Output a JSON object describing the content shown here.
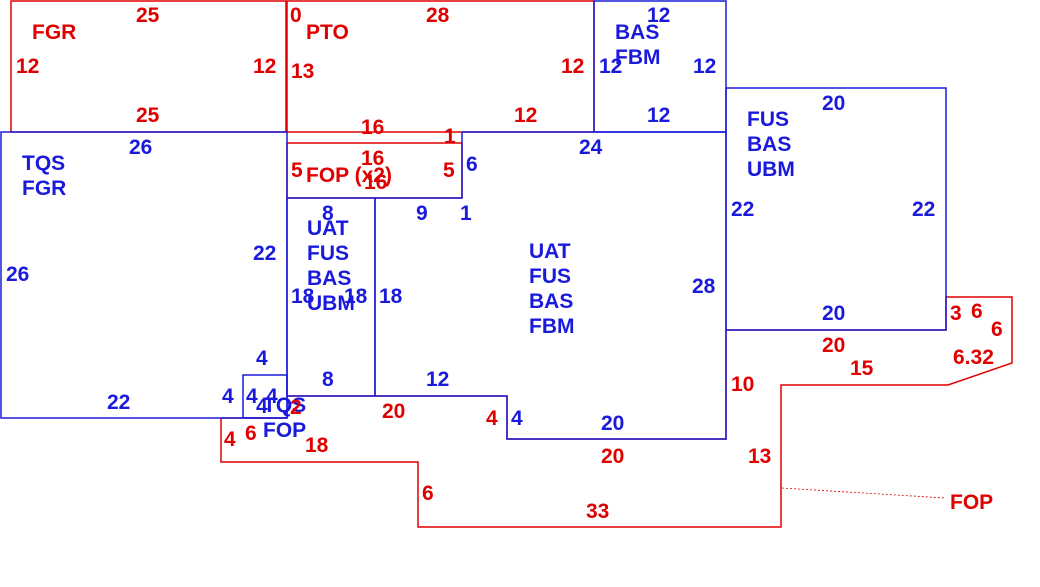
{
  "colors": {
    "red": "#e00000",
    "blue": "#1a1adc"
  },
  "labels": {
    "fgr": "FGR",
    "pto": "PTO",
    "bas_fbm_top": [
      "BAS",
      "FBM"
    ],
    "tqs_fgr": [
      "TQS",
      "FGR"
    ],
    "fop_x2": "FOP (x2)",
    "uat_fus_bas_ubm": [
      "UAT",
      "FUS",
      "BAS",
      "UBM"
    ],
    "uat_fus_bas_fbm": [
      "UAT",
      "FUS",
      "BAS",
      "FBM"
    ],
    "fus_bas_ubm": [
      "FUS",
      "BAS",
      "UBM"
    ],
    "tqs_fop": [
      "TQS",
      "FOP"
    ],
    "fop_outside": "FOP"
  },
  "dims": {
    "fgr_top": "25",
    "fgr_left": "12",
    "fgr_right": "12",
    "fgr_bottom": "25",
    "pto_zero": "0",
    "pto_top": "28",
    "pto_left": "13",
    "pto_right": "12",
    "pto_bottom_right": "12",
    "bas_top": "12",
    "bas_left": "12",
    "bas_right": "12",
    "bas_bottom": "12",
    "fop_top": "16",
    "fop_top_right": "1",
    "fop_mid": "16",
    "fop_bottom": "16",
    "fop_left": "5",
    "fop_right": "5",
    "tqs_top": "26",
    "tqs_left": "26",
    "tqs_right": "22",
    "tqs_bottom": "22",
    "uat_ubm_top": "8",
    "uat_ubm_left": "18",
    "uat_ubm_right": "18",
    "uat_ubm_bottom": "8",
    "uat_fbm_top": "24",
    "uat_fbm_step_left": "6",
    "uat_fbm_step_a": "9",
    "uat_fbm_step_b": "1",
    "uat_fbm_left": "18",
    "uat_fbm_right": "28",
    "uat_fbm_bottom_left": "12",
    "uat_fbm_bottom_right": "20",
    "uat_fbm_bottom_step": "4",
    "fus_top": "20",
    "fus_left": "22",
    "fus_right": "22",
    "fus_bottom": "20",
    "tqsfop_top": "4",
    "tqsfop_left": "4",
    "tqsfop_a": "4",
    "tqsfop_b": "4",
    "tqsfop_c": "4",
    "tqsfop_d": "2",
    "outer_20a": "20",
    "outer_4": "4",
    "outer_4b": "4",
    "outer_6": "6",
    "outer_18": "18",
    "outer_20b": "20",
    "outer_6b": "6",
    "outer_33": "33",
    "outer_13": "13",
    "outer_10": "10",
    "outer_20c": "20",
    "outer_15": "15",
    "outer_3": "3",
    "outer_6c": "6",
    "outer_6d": "6",
    "outer_632": "6.32"
  }
}
